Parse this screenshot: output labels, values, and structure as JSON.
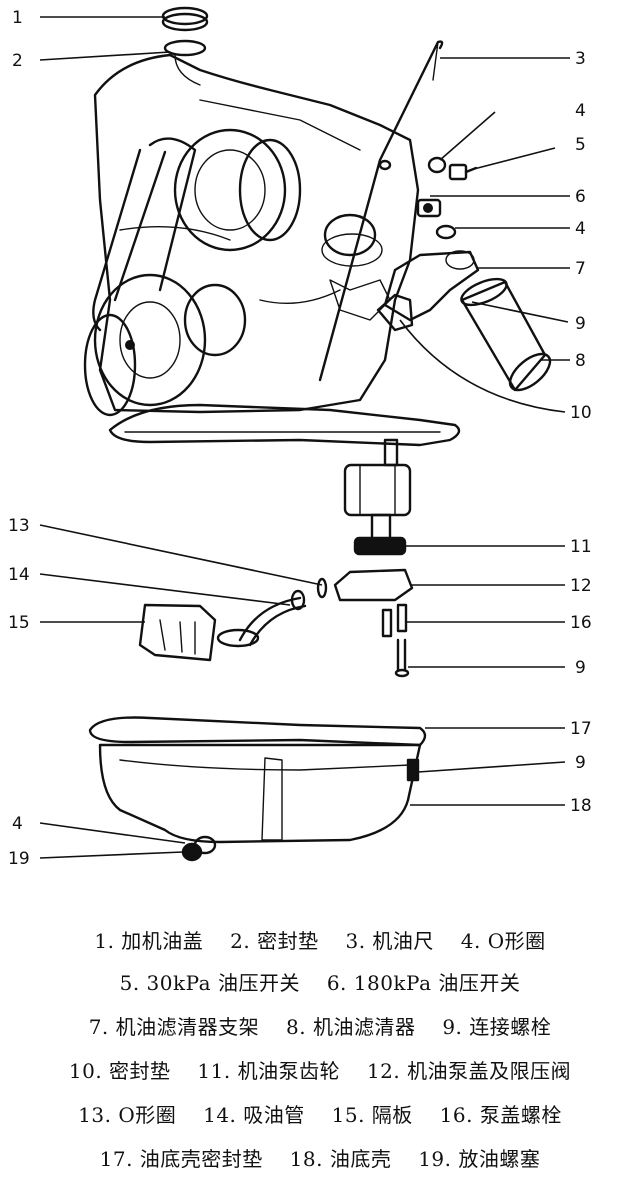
{
  "callouts": [
    "1",
    "2",
    "3",
    "4",
    "5",
    "6",
    "4",
    "7",
    "9",
    "8",
    "10",
    "11",
    "13",
    "12",
    "14",
    "15",
    "16",
    "9",
    "17",
    "9",
    "18",
    "4",
    "19"
  ],
  "legend_rows": [
    [
      "1. 加机油盖",
      "2. 密封垫",
      "3. 机油尺",
      "4. O形圈"
    ],
    [
      "5. 30kPa 油压开关",
      "6. 180kPa 油压开关"
    ],
    [
      "7. 机油滤清器支架",
      "8. 机油滤清器",
      "9. 连接螺栓"
    ],
    [
      "10. 密封垫",
      "11. 机油泵齿轮",
      "12. 机油泵盖及限压阀"
    ],
    [
      "13. O形圈",
      "14. 吸油管",
      "15. 隔板",
      "16. 泵盖螺栓"
    ],
    [
      "17. 油底壳密封垫",
      "18. 油底壳",
      "19. 放油螺塞"
    ]
  ]
}
